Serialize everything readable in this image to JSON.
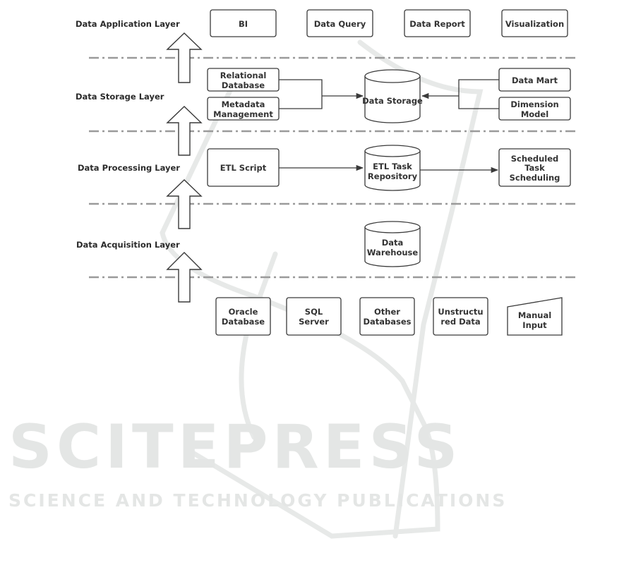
{
  "watermark": {
    "title": "SCITEPRESS",
    "subtitle": "SCIENCE AND TECHNOLOGY PUBLICATIONS"
  },
  "layers": {
    "application": {
      "label": "Data Application Layer"
    },
    "storage": {
      "label": "Data Storage Layer"
    },
    "processing": {
      "label": "Data Processing Layer"
    },
    "acquisition": {
      "label": "Data Acquisition Layer"
    }
  },
  "application_nodes": [
    {
      "label": "BI"
    },
    {
      "label": "Data Query"
    },
    {
      "label": "Data Report"
    },
    {
      "label": "Visualization"
    }
  ],
  "storage": {
    "left_nodes": [
      {
        "line1": "Relational",
        "line2": "Database"
      },
      {
        "line1": "Metadata",
        "line2": "Management"
      }
    ],
    "center": {
      "label": "Data Storage"
    },
    "right_nodes": [
      {
        "line1": "Data Mart",
        "line2": ""
      },
      {
        "line1": "Dimension",
        "line2": "Model"
      }
    ]
  },
  "processing": {
    "script": {
      "label": "ETL Script"
    },
    "repository": {
      "line1": "ETL Task",
      "line2": "Repository"
    },
    "scheduler": {
      "line1": "Scheduled",
      "line2": "Task",
      "line3": "Scheduling"
    }
  },
  "acquisition": {
    "warehouse": {
      "line1": "Data",
      "line2": "Warehouse"
    }
  },
  "sources": [
    {
      "line1": "Oracle",
      "line2": "Database"
    },
    {
      "line1": "SQL",
      "line2": "Server"
    },
    {
      "line1": "Other",
      "line2": "Databases"
    },
    {
      "line1": "Unstructu",
      "line2": "red Data"
    },
    {
      "line1": "Manual",
      "line2": "Input"
    }
  ]
}
